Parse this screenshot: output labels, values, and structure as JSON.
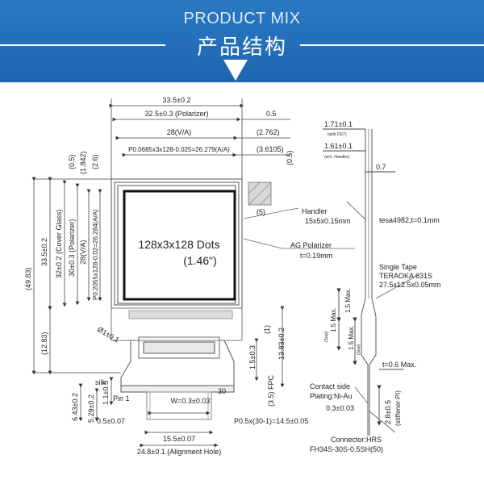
{
  "banner": {
    "title_en": "PRODUCT MIX",
    "title_cn": "产品结构"
  },
  "drawing": {
    "top_dims": {
      "overall_width": "33.5±0.2",
      "polarizer_width": "32.5±0.3 (Polarizer)",
      "right_gap": "0.5",
      "va": "28(V/A)",
      "va_offset": "(2.762)",
      "aa": "P0.0685x3x128-0.025=26.279(A/A)",
      "aa_offset": "(3.6105)",
      "side_05": "(0.5)",
      "side_5": "(5)"
    },
    "left_dims": {
      "d05": "(0.5)",
      "d1842": "(1.842)",
      "d26": "(2.6)",
      "overall_height": "33.5±0.2",
      "cover_glass": "32±0.2 (Cover Glass)",
      "polarizer": "30±0.3 (Polarizer)",
      "va": "28(V/A)",
      "aa": "P0.2055x128-0.02=26.284(A/A)",
      "total": "(49.83)",
      "tail": "(12.83)",
      "d643": "6.43±0.2",
      "d529": "5.29±0.2",
      "d11": "1.1±0.5"
    },
    "screen": {
      "resolution": "128x3x128 Dots",
      "size": "(1.46\")"
    },
    "annotations": {
      "handler_line1": "Handler",
      "handler_line2": "15x5x0.15mm",
      "ag_line1": "AG Polarizer",
      "ag_line2": "t=0.19mm",
      "hole_dia": "Ø1±0.1",
      "silk": "silk",
      "pin1": "Pin 1",
      "pin30": "30",
      "d1": "(1)",
      "d1383": "13.83±0.2",
      "d15": "1.5±0.3",
      "fpc": "(3.5) FPC",
      "w_pad": "W=0.3±0.03",
      "d05b": "0.5±0.07",
      "pitch": "P0.5x(30-1)=14.5±0.05",
      "d155": "15.5±0.07",
      "align_hole": "24.8±0.1 (Alignment Hole)"
    },
    "side_view": {
      "d171": "1.71±0.1",
      "d171_note": "(with DST)",
      "d161": "1.61±0.1",
      "d161_note": "(w/o. Handler)",
      "d07": "0.7",
      "tesa": "tesa4982,t=0.1mm",
      "tape_line1": "Single Tape",
      "tape_line2": "TERAOKA 631S",
      "tape_line3": "27.5x12.5x0.05mm",
      "max1": "1.5 Max.",
      "max2": "1.5 Max.",
      "max3": "1.5 Max.",
      "seal1": "(Seal)",
      "seal2": "(Seal)",
      "max06": "t=0.6 Max.",
      "contact1": "Contact side",
      "contact2": "Plating:Ni-Au",
      "d03": "0.3±0.03",
      "d28": "2.8±0.5",
      "stiffener": "(stiffener-PI)",
      "connector1": "Connector:HRS",
      "connector2": "FH34S-30S-0.5SH(50)"
    }
  }
}
